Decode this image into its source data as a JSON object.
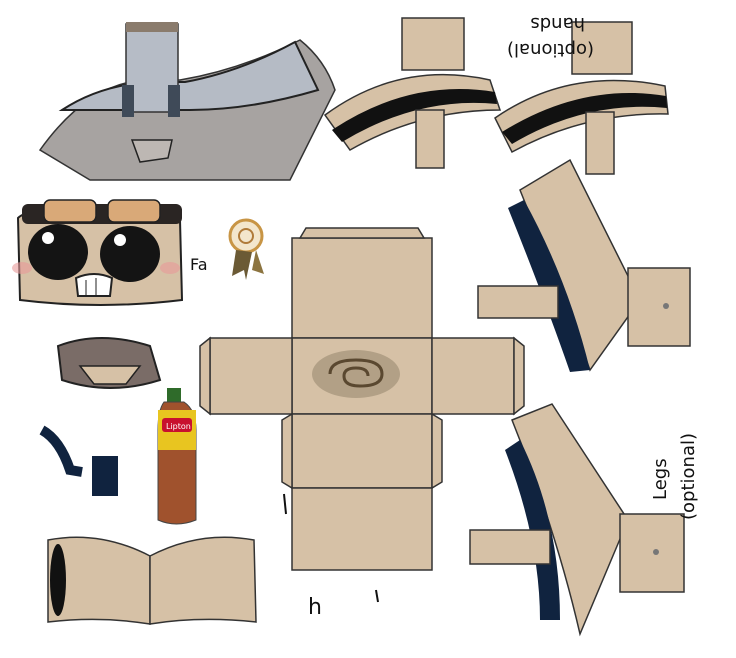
{
  "labels": {
    "hands_optional": "(optional)",
    "hands": "hands",
    "legs": "Legs",
    "legs_optional": "(optional)",
    "face_fa": "Fa",
    "scribble_h": "h",
    "bottle_brand": "Lipton"
  },
  "colors": {
    "paper": "#d8c3a8",
    "outline": "#2a2018",
    "coat_gray": "#a8a4a2",
    "collar_blue": "#b4bac4",
    "navy": "#10233f",
    "stripe_black": "#111111",
    "goggles": "#d9a978",
    "tea": "#a0522d",
    "bottle_yellow": "#e8c520"
  }
}
